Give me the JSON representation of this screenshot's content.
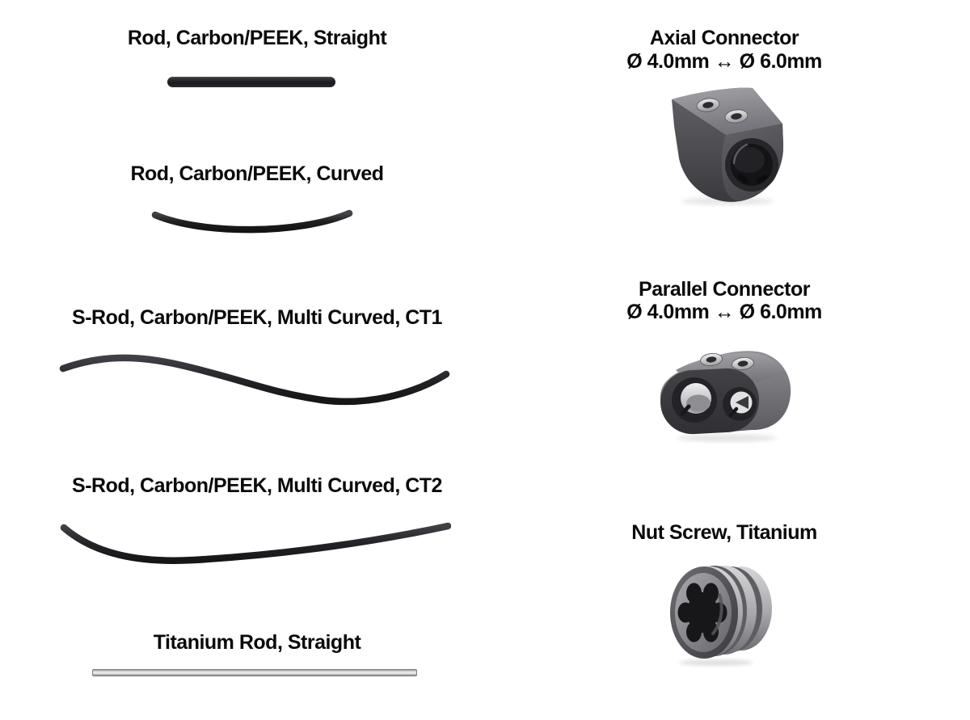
{
  "page": {
    "background_color": "#ffffff",
    "description": "Implant component catalog sheet with rods and connectors"
  },
  "left_column": {
    "items": [
      {
        "label": "Rod, Carbon/PEEK, Straight",
        "icon": "straight-carbon-rod-image"
      },
      {
        "label": "Rod, Carbon/PEEK, Curved",
        "icon": "curved-carbon-rod-image"
      },
      {
        "label": "S-Rod, Carbon/PEEK, Multi Curved, CT1",
        "icon": "s-rod-ct1-image"
      },
      {
        "label": "S-Rod, Carbon/PEEK, Multi Curved, CT2",
        "icon": "s-rod-ct2-image"
      },
      {
        "label": "Titanium Rod, Straight",
        "icon": "titanium-rod-image"
      }
    ]
  },
  "right_column": {
    "items": [
      {
        "title": "Axial Connector",
        "subtitle": "Ø 4.0mm ↔ Ø 6.0mm",
        "icon": "axial-connector-image"
      },
      {
        "title": "Parallel Connector",
        "subtitle": "Ø 4.0mm ↔ Ø 6.0mm",
        "icon": "parallel-connector-image"
      },
      {
        "title": "Nut Screw, Titanium",
        "subtitle": "",
        "icon": "nut-screw-image"
      }
    ]
  },
  "colors": {
    "text": "#0a0a0a",
    "carbon_rod_dark": "#1b1b1e",
    "carbon_rod_light": "#47474b",
    "titanium_light": "#ededef",
    "titanium_dark": "#77777c",
    "metal_top_face": "#96969b",
    "metal_body": "#55555a",
    "metal_front_face": "#3c3c40",
    "bore_hole": "#141417"
  }
}
